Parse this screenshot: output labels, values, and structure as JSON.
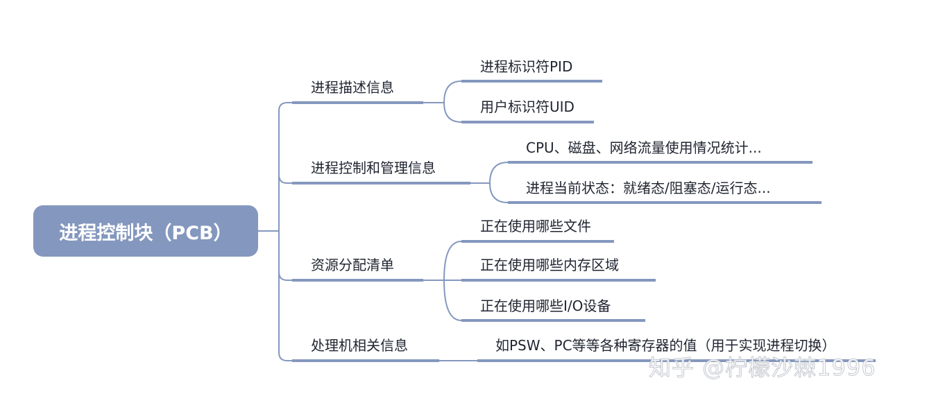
{
  "root": {
    "label": "进程控制块（PCB）"
  },
  "branches": [
    {
      "label": "进程描述信息",
      "children": [
        "进程标识符PID",
        "用户标识符UID"
      ]
    },
    {
      "label": "进程控制和管理信息",
      "children": [
        "CPU、磁盘、网络流量使用情况统计...",
        "进程当前状态：就绪态/阻塞态/运行态..."
      ]
    },
    {
      "label": "资源分配清单",
      "children": [
        "正在使用哪些文件",
        "正在使用哪些内存区域",
        "正在使用哪些I/O设备"
      ]
    },
    {
      "label": "处理机相关信息",
      "children": [
        "如PSW、PC等等各种寄存器的值（用于实现进程切换）"
      ]
    }
  ],
  "watermark": "知乎 @柠檬沙棘1996",
  "colors": {
    "root_fill": "#8497be",
    "connector": "#8497be",
    "text": "#1f2430"
  }
}
